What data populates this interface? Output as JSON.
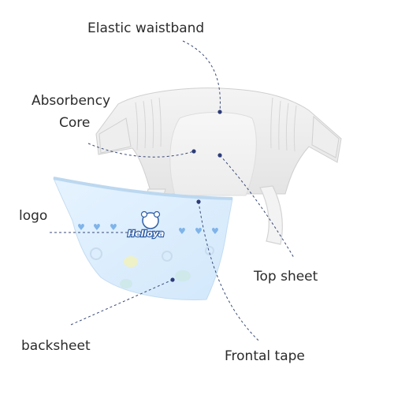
{
  "labels": {
    "elastic_waistband": "Elastic waistband",
    "absorbency_core_line1": "Absorbency",
    "absorbency_core_line2": "Core",
    "logo": "logo",
    "top_sheet": "Top sheet",
    "backsheet": "backsheet",
    "frontal_tape": "Frontal tape"
  },
  "brand_logo_text": "Helloya",
  "colors": {
    "text": "#2b2b2b",
    "leader_line": "#3a4a78",
    "marker_dot": "#2d3c78",
    "front_panel": "#dcefff",
    "hearts": "#7fb4ea",
    "logo_blue": "#2f5fa8"
  }
}
